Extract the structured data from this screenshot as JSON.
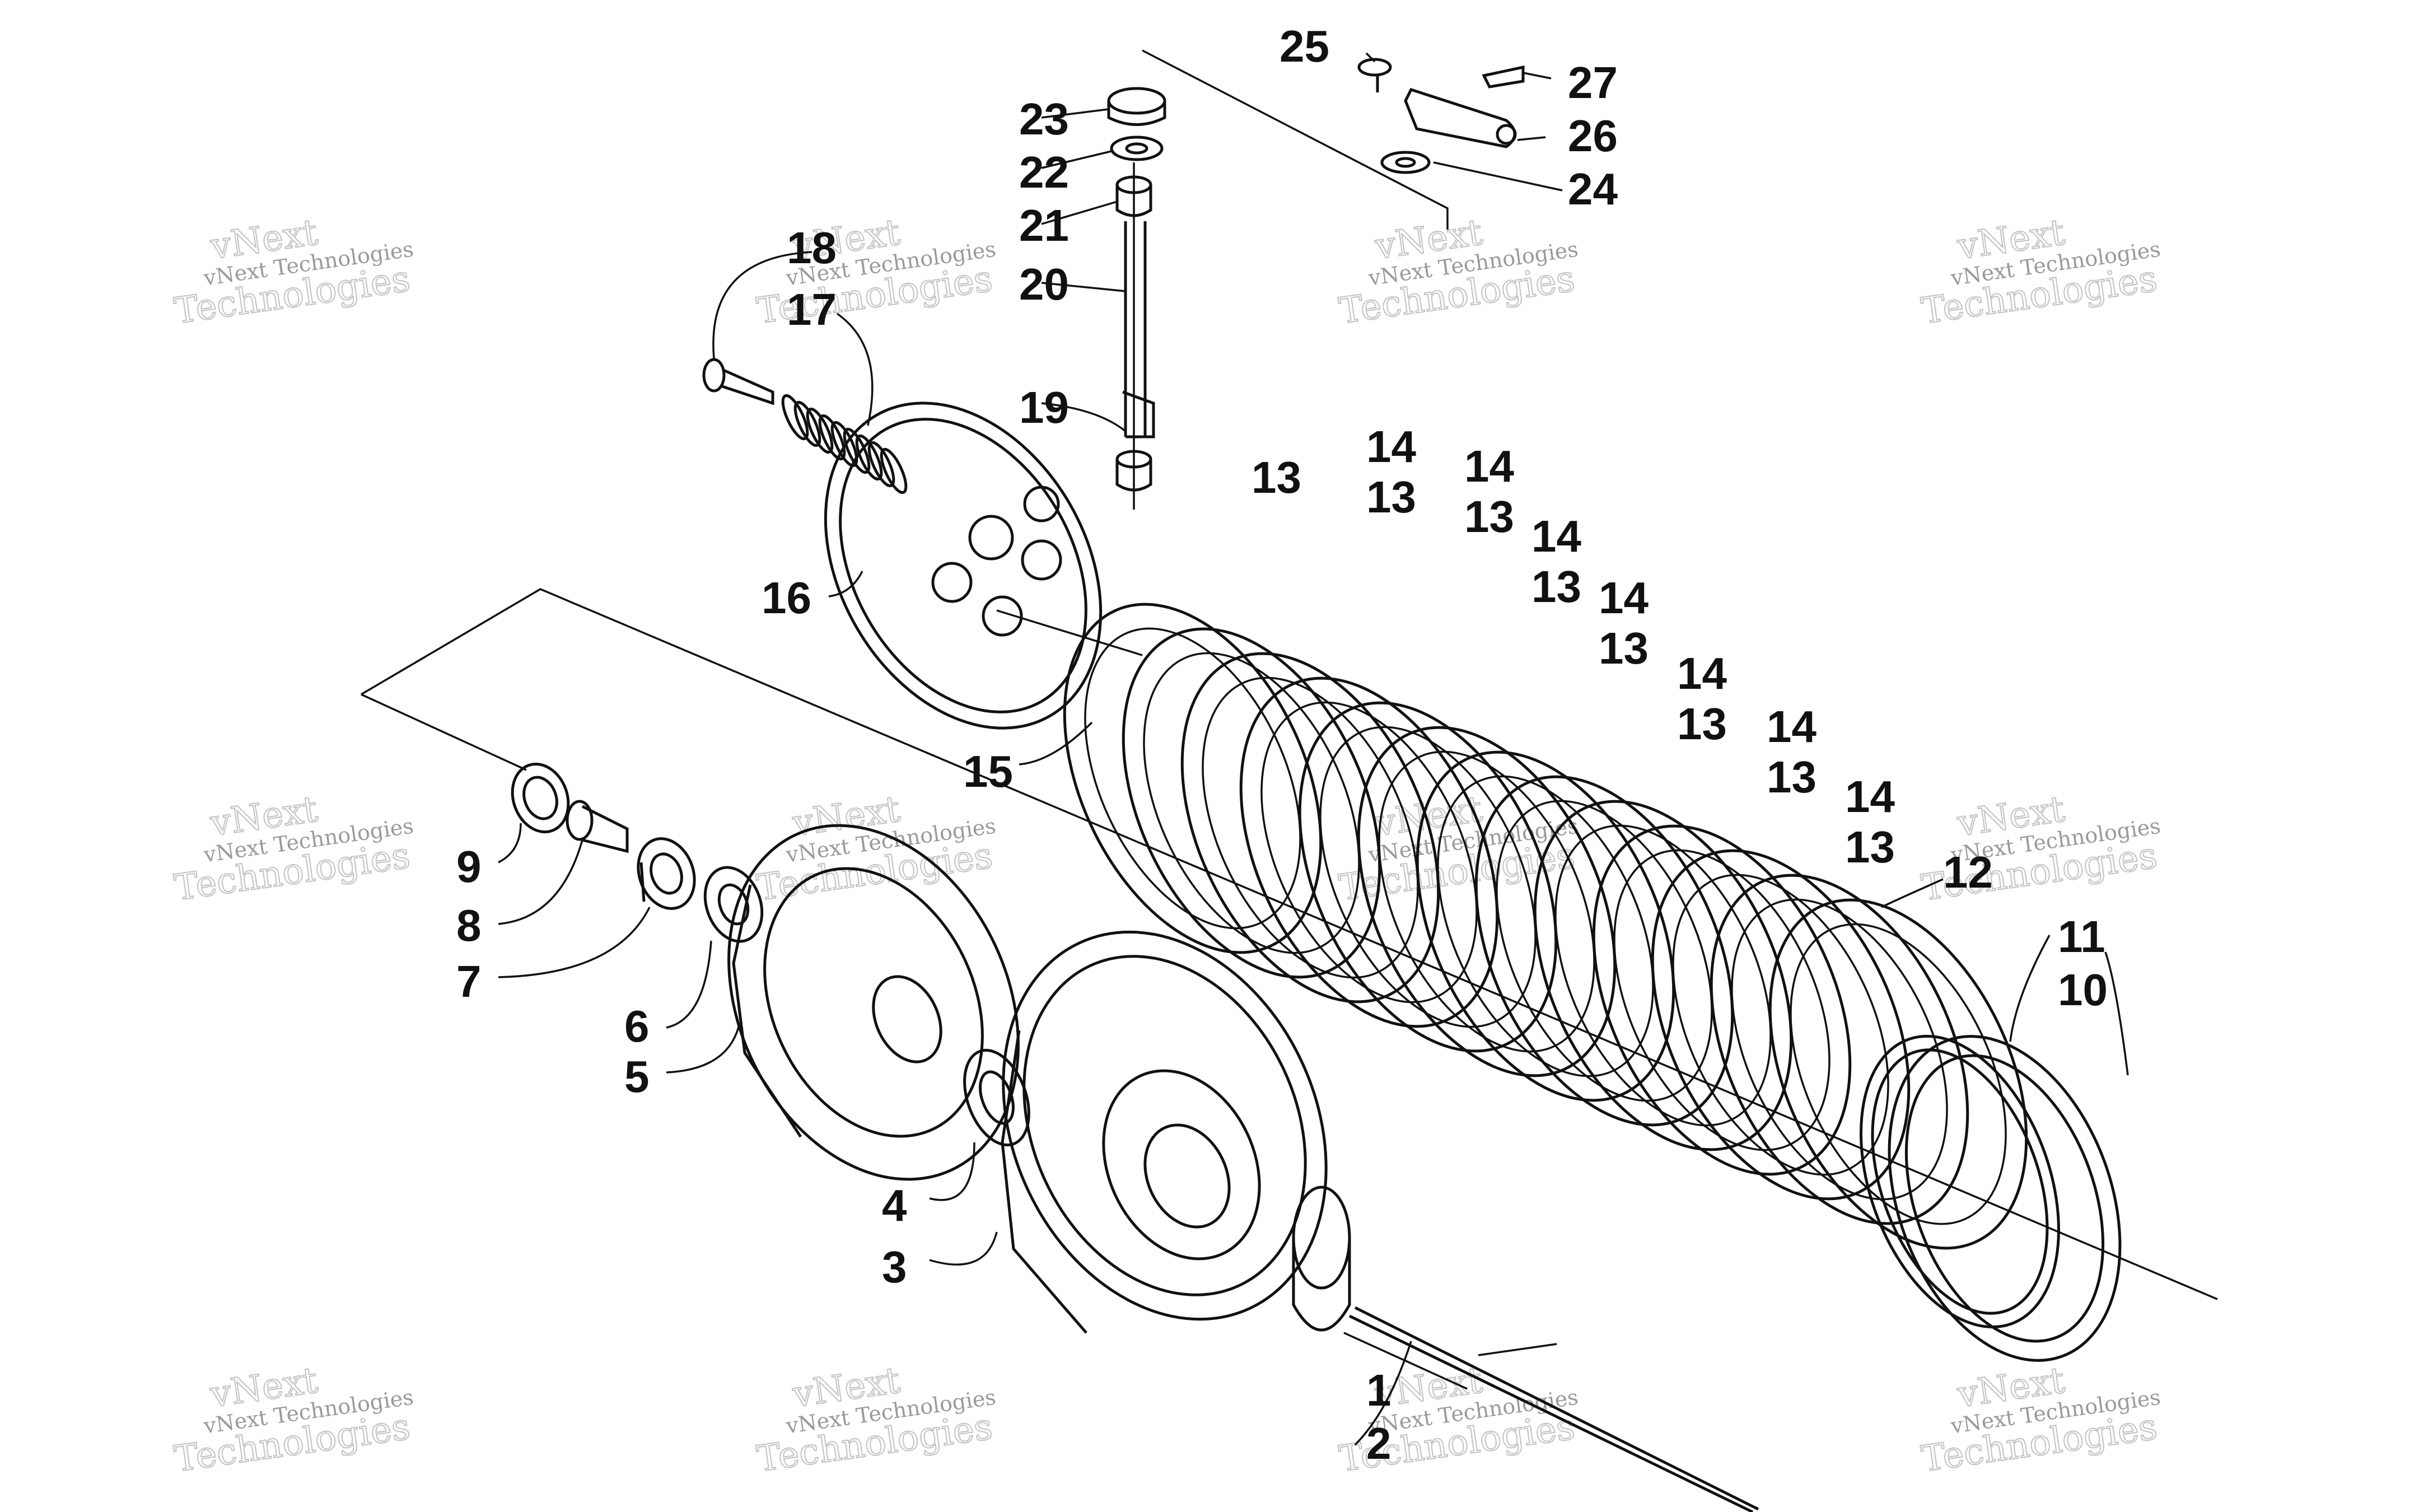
{
  "callouts": {
    "c1": "1",
    "c2": "2",
    "c3": "3",
    "c4": "4",
    "c5": "5",
    "c6": "6",
    "c7": "7",
    "c8": "8",
    "c9": "9",
    "c10": "10",
    "c11": "11",
    "c12": "12",
    "c15": "15",
    "c16": "16",
    "c17": "17",
    "c18": "18",
    "c19": "19",
    "c20": "20",
    "c21": "21",
    "c22": "22",
    "c23": "23",
    "c24": "24",
    "c25": "25",
    "c26": "26",
    "c27": "27",
    "c13": "13",
    "c14": "14"
  },
  "watermark": {
    "line1": "vNext Technologies",
    "word1": "vNext",
    "word2": "Technologies"
  }
}
